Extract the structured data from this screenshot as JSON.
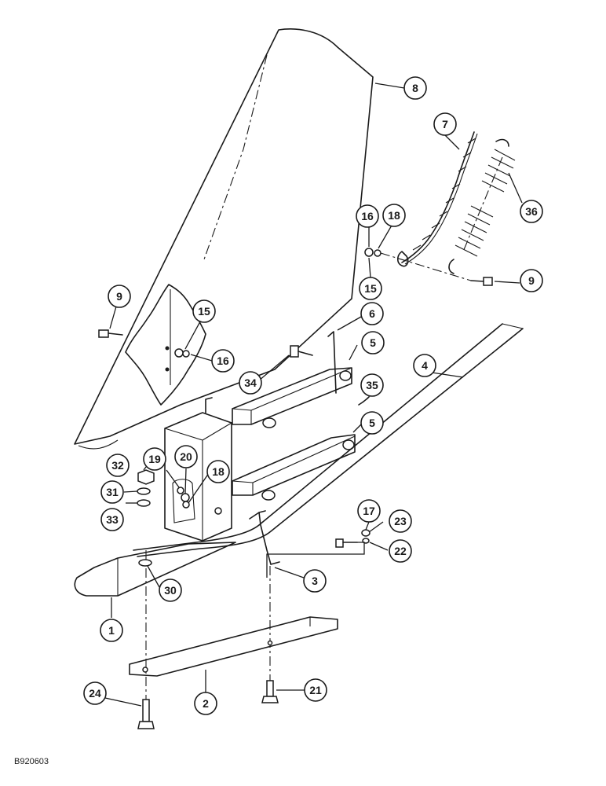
{
  "diagram": {
    "reference_code": "B920603",
    "callouts": [
      {
        "id": "c1",
        "label": "1"
      },
      {
        "id": "c2",
        "label": "2"
      },
      {
        "id": "c3",
        "label": "3"
      },
      {
        "id": "c4",
        "label": "4"
      },
      {
        "id": "c5a",
        "label": "5"
      },
      {
        "id": "c5b",
        "label": "5"
      },
      {
        "id": "c6",
        "label": "6"
      },
      {
        "id": "c7",
        "label": "7"
      },
      {
        "id": "c8",
        "label": "8"
      },
      {
        "id": "c9a",
        "label": "9"
      },
      {
        "id": "c9b",
        "label": "9"
      },
      {
        "id": "c15a",
        "label": "15"
      },
      {
        "id": "c15b",
        "label": "15"
      },
      {
        "id": "c16a",
        "label": "16"
      },
      {
        "id": "c16b",
        "label": "16"
      },
      {
        "id": "c17",
        "label": "17"
      },
      {
        "id": "c18a",
        "label": "18"
      },
      {
        "id": "c18b",
        "label": "18"
      },
      {
        "id": "c19",
        "label": "19"
      },
      {
        "id": "c20",
        "label": "20"
      },
      {
        "id": "c21",
        "label": "21"
      },
      {
        "id": "c22",
        "label": "22"
      },
      {
        "id": "c23",
        "label": "23"
      },
      {
        "id": "c24",
        "label": "24"
      },
      {
        "id": "c30",
        "label": "30"
      },
      {
        "id": "c31",
        "label": "31"
      },
      {
        "id": "c32",
        "label": "32"
      },
      {
        "id": "c33",
        "label": "33"
      },
      {
        "id": "c34",
        "label": "34"
      },
      {
        "id": "c35",
        "label": "35"
      },
      {
        "id": "c36",
        "label": "36"
      }
    ]
  }
}
